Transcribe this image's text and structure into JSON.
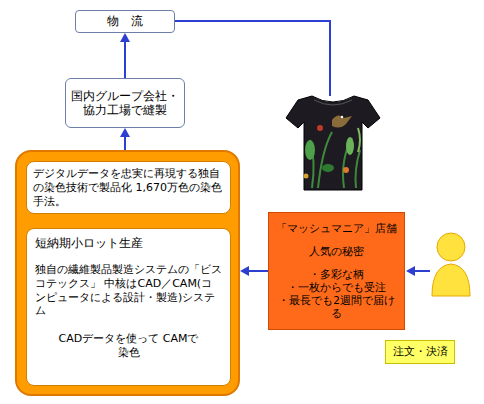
{
  "diagram": {
    "nodes": [
      {
        "text": [
          "物　流"
        ]
      },
      {
        "text": [
          "国内グループ会社・協力工場で縫製"
        ]
      },
      {
        "text": []
      },
      {
        "text": [
          "デジタルデータを忠実に再現する独自の染色技術で製品化 1,670万色の染色手法。"
        ],
        "in": 2
      },
      {
        "text": [
          "短納期小ロット生産",
          "独自の繊維製品製造システムの「ビスコテックス」 中核はCAD／CAM(コンピュータによる設計・製造)システム",
          "CADデータを使って CAMで染色"
        ],
        "in": 2
      },
      {
        "text": [
          "「マッシュマニア」店舗",
          "人気の秘密",
          "・多彩な柄",
          "・一枚からでも受注",
          "・最長でも2週間で届ける"
        ]
      },
      {
        "text": [
          "注文・決済"
        ]
      }
    ],
    "edges": [
      {
        "from": 2,
        "to": 1,
        "arrow": "to"
      },
      {
        "from": 1,
        "to": 0,
        "arrow": "to"
      },
      {
        "from": 5,
        "to": 2,
        "arrow": "to"
      }
    ]
  }
}
